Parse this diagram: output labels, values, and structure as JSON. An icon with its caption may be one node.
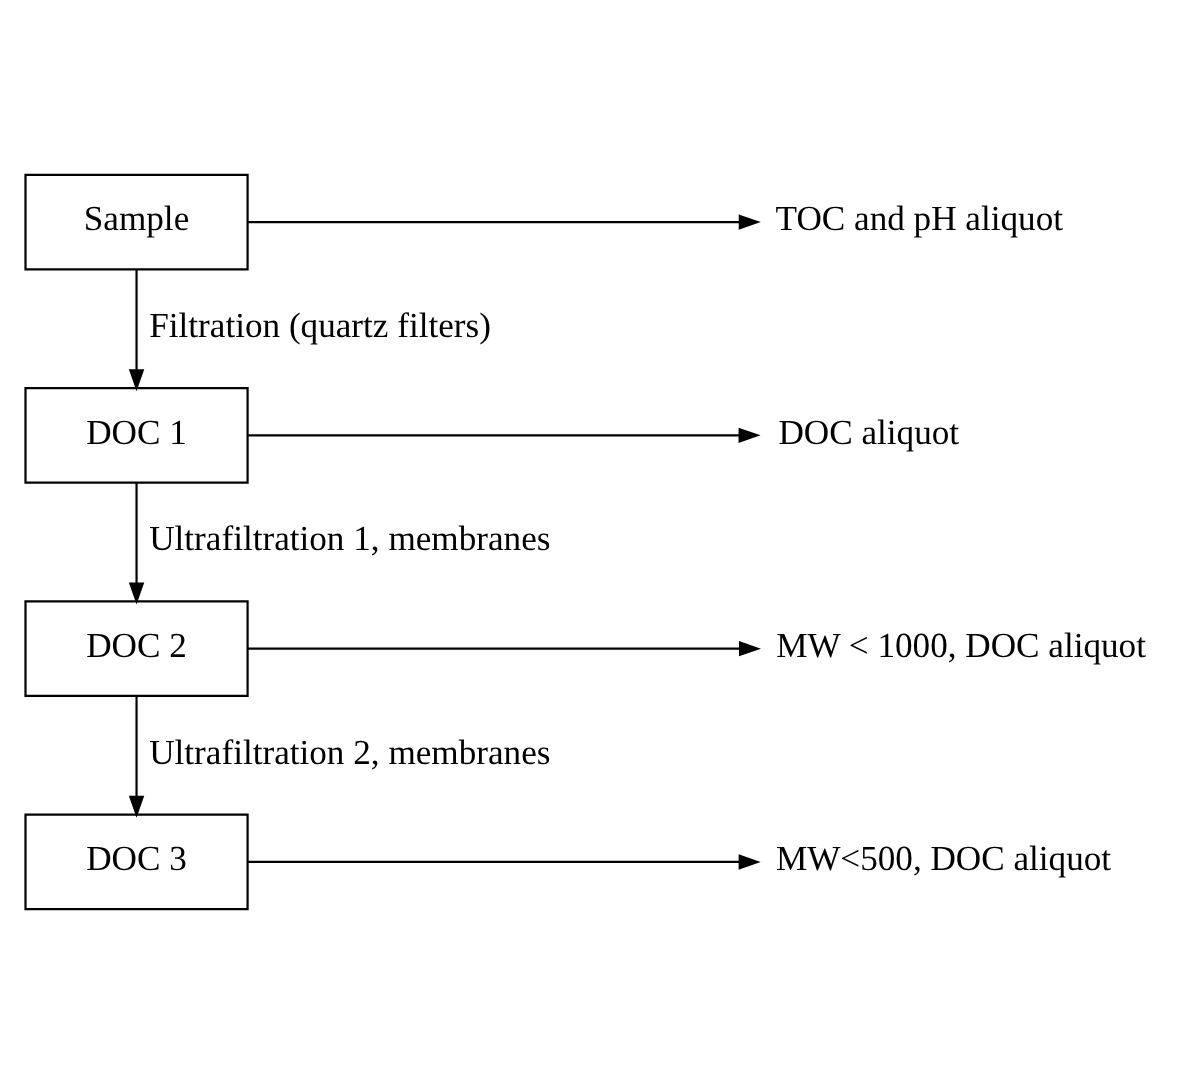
{
  "diagram": {
    "nodes": [
      {
        "text": [
          "Sample"
        ]
      },
      {
        "text": [
          "TOC and pH aliquot"
        ]
      },
      {
        "text": [
          "DOC 1"
        ]
      },
      {
        "text": [
          "DOC aliquot"
        ]
      },
      {
        "text": [
          "DOC 2"
        ]
      },
      {
        "text": [
          "MW < 1000, DOC aliquot"
        ]
      },
      {
        "text": [
          "DOC 3"
        ]
      },
      {
        "text": [
          "MW<500, DOC aliquot"
        ]
      }
    ],
    "edges": [
      {
        "from": 0,
        "to": 1,
        "arrow": "to"
      },
      {
        "from": 0,
        "to": 2,
        "arrow": "to",
        "label": "Filtration (quartz filters)"
      },
      {
        "from": 2,
        "to": 3,
        "arrow": "to"
      },
      {
        "from": 2,
        "to": 4,
        "arrow": "to",
        "label": "Ultrafiltration 1, membranes"
      },
      {
        "from": 4,
        "to": 5,
        "arrow": "to"
      },
      {
        "from": 4,
        "to": 6,
        "arrow": "to",
        "label": "Ultrafiltration 2, membranes"
      },
      {
        "from": 6,
        "to": 7,
        "arrow": "to"
      }
    ]
  }
}
